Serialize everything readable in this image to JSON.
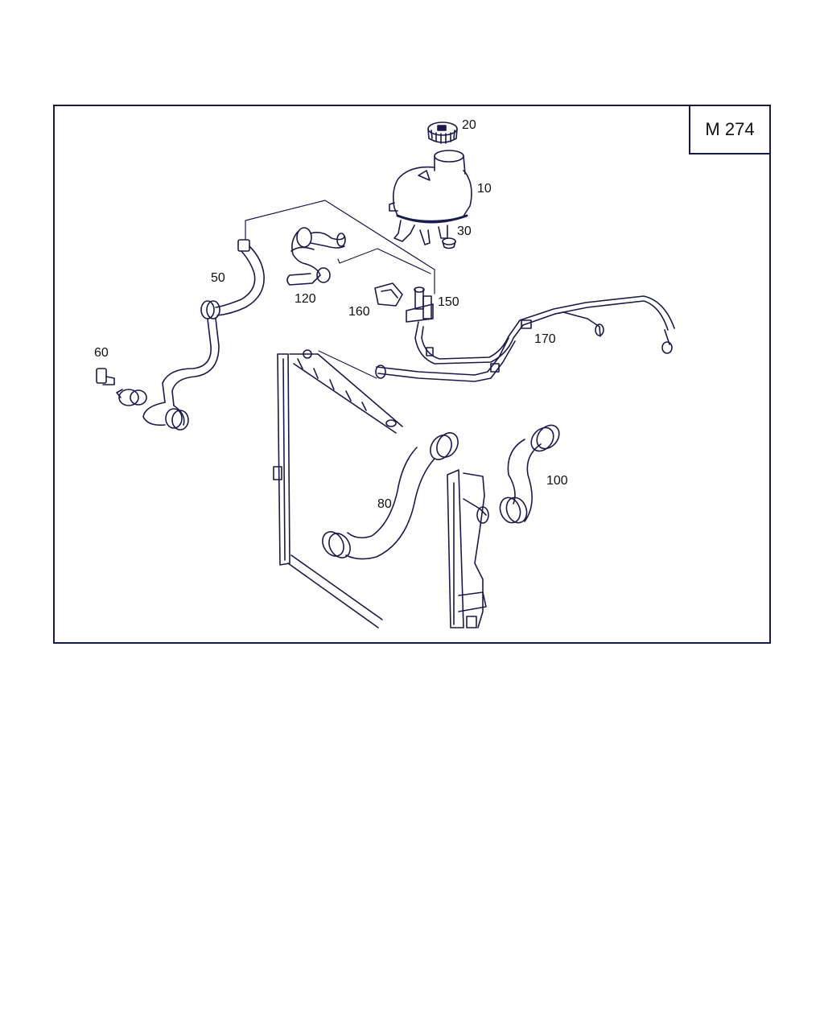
{
  "model_code": "M 274",
  "colors": {
    "line": "#1a1a4a",
    "background": "#ffffff"
  },
  "callouts": [
    {
      "id": "callout-20",
      "text": "20"
    },
    {
      "id": "callout-10",
      "text": "10"
    },
    {
      "id": "callout-30",
      "text": "30"
    },
    {
      "id": "callout-50",
      "text": "50"
    },
    {
      "id": "callout-120",
      "text": "120"
    },
    {
      "id": "callout-160",
      "text": "160"
    },
    {
      "id": "callout-150",
      "text": "150"
    },
    {
      "id": "callout-170",
      "text": "170"
    },
    {
      "id": "callout-60",
      "text": "60"
    },
    {
      "id": "callout-80",
      "text": "80"
    },
    {
      "id": "callout-100",
      "text": "100"
    }
  ]
}
